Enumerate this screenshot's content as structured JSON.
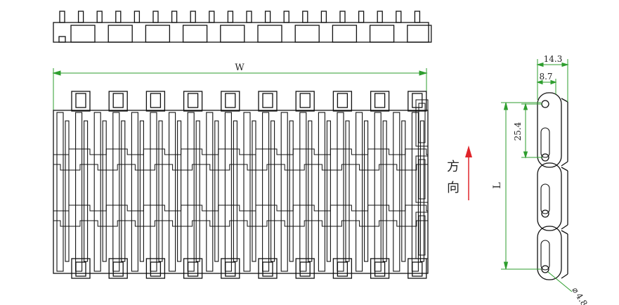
{
  "labels": {
    "width": "W",
    "length": "L",
    "pitch": "25.4",
    "thickness": "14.3",
    "hinge_offset": "8.7",
    "hole_diameter": "4.8",
    "diameter_symbol": "⌀",
    "direction_char_1": "方",
    "direction_char_2": "向"
  },
  "colors": {
    "outline": "#111111",
    "dimension": "#2e9e2e",
    "arrow": "#e0242a"
  }
}
